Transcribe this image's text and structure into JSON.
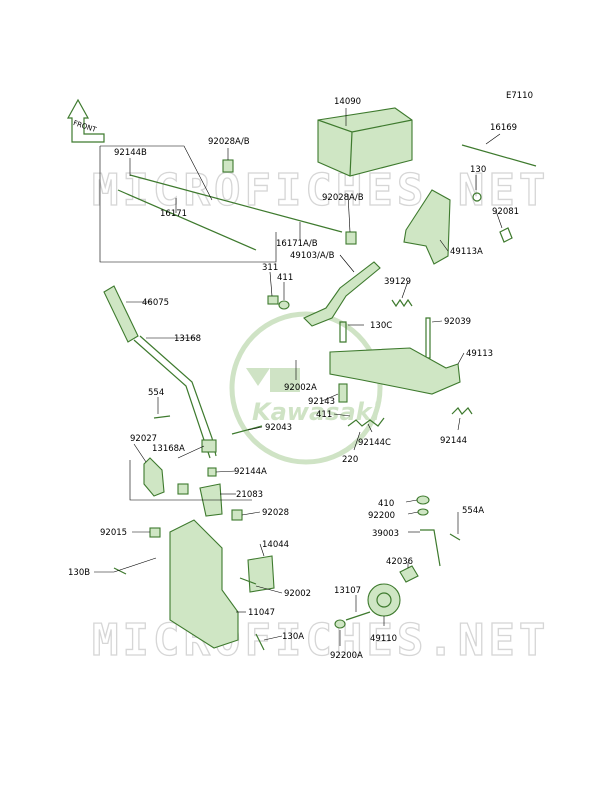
{
  "diagram": {
    "code": "E7110",
    "front_label": "FRONT",
    "logo_text": "Kawasaki",
    "watermark": "MICROFICHES.NET",
    "labels": [
      "14090",
      "16169",
      "130",
      "92081",
      "92028A/B",
      "92028A/B",
      "92144B",
      "16171",
      "16171A/B",
      "49103/A/B",
      "49113A",
      "311",
      "411",
      "39129",
      "46075",
      "130C",
      "92039",
      "13168",
      "49113",
      "92002A",
      "92143",
      "554",
      "411",
      "92043",
      "92144C",
      "92144",
      "220",
      "92027",
      "13168A",
      "92144A",
      "21083",
      "92028",
      "410",
      "92200",
      "554A",
      "92015",
      "39003",
      "14044",
      "42036",
      "130B",
      "92002",
      "11047",
      "13107",
      "130A",
      "49110",
      "92200A"
    ]
  },
  "colors": {
    "line": "#3e7a2e",
    "fill": "#cfe6c4",
    "watermark": "#d6d6d6",
    "text": "#000000"
  }
}
